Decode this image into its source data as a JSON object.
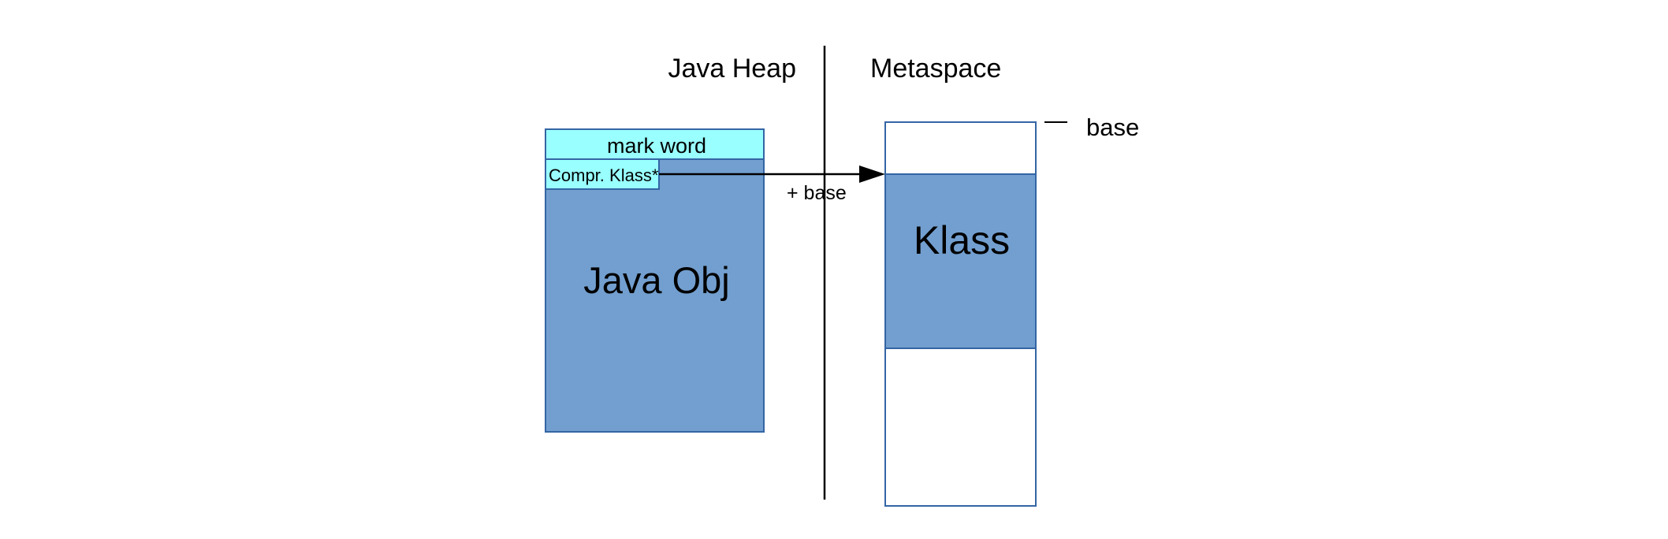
{
  "labels": {
    "java_heap": "Java Heap",
    "metaspace": "Metaspace",
    "base": "base",
    "plus_base": "+ base"
  },
  "java_obj": {
    "title": "Java Obj",
    "mark_word": "mark word",
    "compressed_klass": "Compr. Klass*"
  },
  "klass": {
    "title": "Klass"
  },
  "colors": {
    "object_fill": "#729fcf",
    "header_fill": "#99ffff",
    "border": "#3465a4",
    "line": "#000000",
    "background": "#ffffff"
  }
}
